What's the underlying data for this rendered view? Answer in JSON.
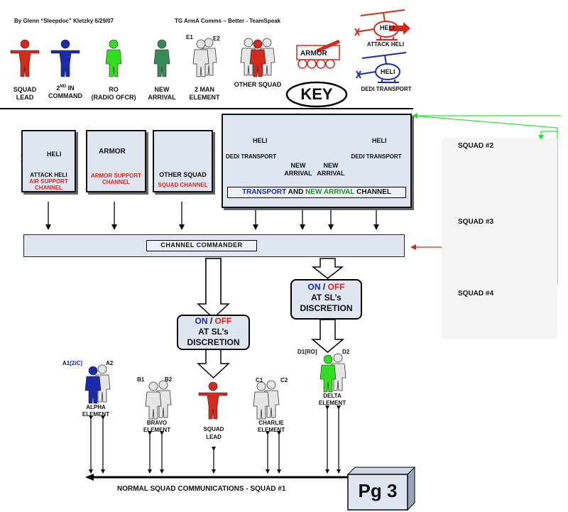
{
  "header": {
    "author": "By Glenn “Sleepdoc” Kletzky  6/29/07",
    "title": "TG ArmA Comms – Better - TeamSpeak"
  },
  "key": {
    "title": "KEY",
    "squad_lead": [
      "SQUAD",
      "LEAD"
    ],
    "second_in_command_num": "2",
    "second_in_command_sup": "ND",
    "second_in_command_rest": " IN",
    "second_in_command_line2": "COMMAND",
    "ro": [
      "RO",
      "(RADIO OFCR)"
    ],
    "new_arrival": [
      "NEW",
      "ARRIVAL"
    ],
    "two_man_element": [
      "2 MAN",
      "ELEMENT"
    ],
    "e1": "E1",
    "e2": "E2",
    "other_squad": "OTHER SQUAD",
    "armor": "ARMOR",
    "heli_text": "HELI",
    "attack_heli": "ATTACK HELI",
    "dedi_transport": "DEDI TRANSPORT"
  },
  "channels": {
    "air_support": {
      "title": "ATTACK HELI",
      "line1": "AIR SUPPORT",
      "line2": "CHANNEL"
    },
    "armor_support": {
      "title": "ARMOR",
      "line1": "ARMOR SUPPORT",
      "line2": "CHANNEL"
    },
    "squad": {
      "title": "OTHER SQUAD",
      "line1": "SQUAD CHANNEL"
    },
    "transport": {
      "dedi_transport": "DEDI TRANSPORT",
      "new_arrival": [
        "NEW",
        "ARRIVAL"
      ],
      "caption_transport": "TRANSPORT",
      "caption_and": " AND ",
      "caption_new_arrival": "NEW ARRIVAL",
      "caption_channel": " CHANNEL"
    }
  },
  "channel_commander": "CHANNEL COMMANDER",
  "discretion": {
    "on": "ON",
    "slash": " / ",
    "off": "OFF",
    "line2": "AT SL’s",
    "line3": "DISCRETION"
  },
  "squads": {
    "squad2": "SQUAD #2",
    "squad3": "SQUAD #3",
    "squad4": "SQUAD #4"
  },
  "elements": {
    "alpha": {
      "a1": "A1",
      "a1_tag": "[2iC]",
      "a2": "A2",
      "label": [
        "ALPHA",
        "ELEMENT"
      ]
    },
    "bravo": {
      "b1": "B1",
      "b2": "B2",
      "label": [
        "BRAVO",
        "ELEMENT"
      ]
    },
    "squad_lead": {
      "label": [
        "SQUAD",
        "LEAD"
      ]
    },
    "charlie": {
      "c1": "C1",
      "c2": "C2",
      "label": [
        "CHARLIE",
        "ELEMENT"
      ]
    },
    "delta": {
      "d1": "D1[RO]",
      "d2": "D2",
      "label": [
        "DELTA",
        "ELEMENT"
      ]
    }
  },
  "footer": {
    "normal_comms": "NORMAL SQUAD COMMUNICATIONS  -  SQUAD #1",
    "page": "Pg 3"
  },
  "colors": {
    "red": "#d42a1c",
    "blue": "#1a2aa8",
    "bright_green": "#33dd22",
    "dark_green": "#3a8a55",
    "grey": "#d8d8d8",
    "panel": "#dfe6f2",
    "green_line": "#2ee02e"
  }
}
